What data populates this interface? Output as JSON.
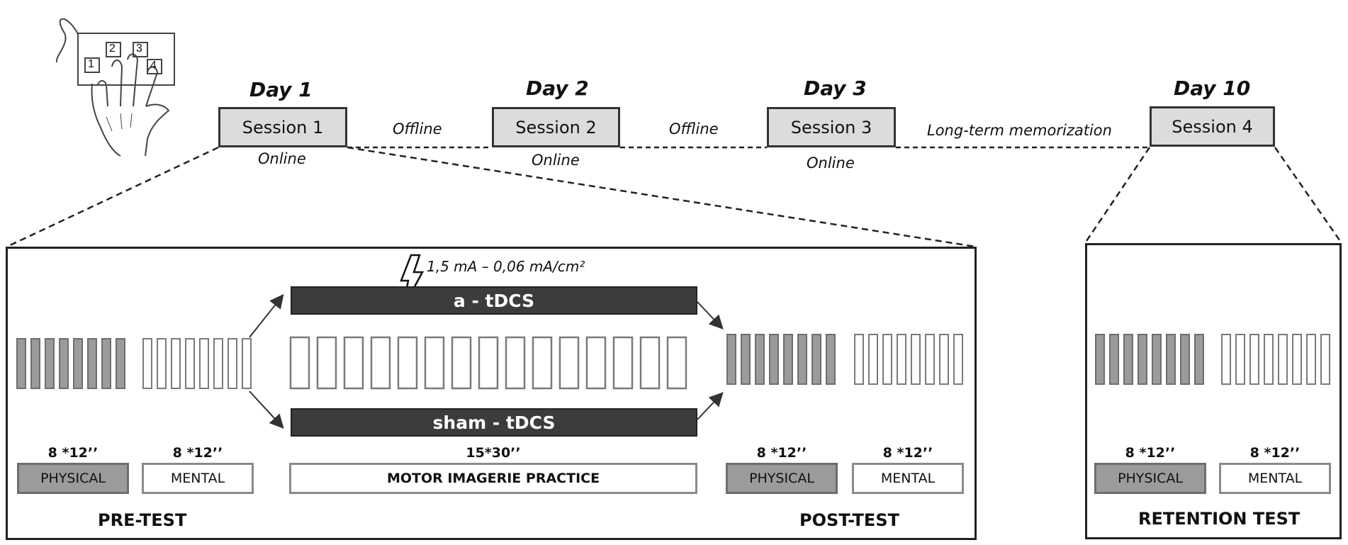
{
  "timeline": {
    "days": [
      "Day 1",
      "Day 2",
      "Day 3",
      "Day 10"
    ],
    "sessions": [
      "Session 1",
      "Session 2",
      "Session 3",
      "Session 4"
    ],
    "online_labels": [
      "Online",
      "Online",
      "Online"
    ],
    "offline_labels": [
      "Offline",
      "Offline"
    ],
    "long_term_label": "Long-term memorization"
  },
  "keypad": {
    "keys": [
      "1",
      "2",
      "3",
      "4"
    ]
  },
  "session1_panel": {
    "stimulation_label": "1,5 mA – 0,06 mA/cm²",
    "active_bar": "a - tDCS",
    "sham_bar": "sham - tDCS",
    "pre_physical": {
      "duration": "8 *12’’",
      "label": "PHYSICAL"
    },
    "pre_mental": {
      "duration": "8 *12’’",
      "label": "MENTAL"
    },
    "practice": {
      "duration": "15*30’’",
      "label": "MOTOR IMAGERIE PRACTICE"
    },
    "post_physical": {
      "duration": "8 *12’’",
      "label": "PHYSICAL"
    },
    "post_mental": {
      "duration": "8 *12’’",
      "label": "MENTAL"
    },
    "pre_test_label": "PRE-TEST",
    "post_test_label": "POST-TEST"
  },
  "session4_panel": {
    "physical": {
      "duration": "8 *12’’",
      "label": "PHYSICAL"
    },
    "mental": {
      "duration": "8 *12’’",
      "label": "MENTAL"
    },
    "retention_label": "RETENTION TEST"
  },
  "colors": {
    "session_fill": "#dcdcdc",
    "tdcs_bar": "#3c3c3c",
    "physical_fill": "#9b9b9b"
  }
}
